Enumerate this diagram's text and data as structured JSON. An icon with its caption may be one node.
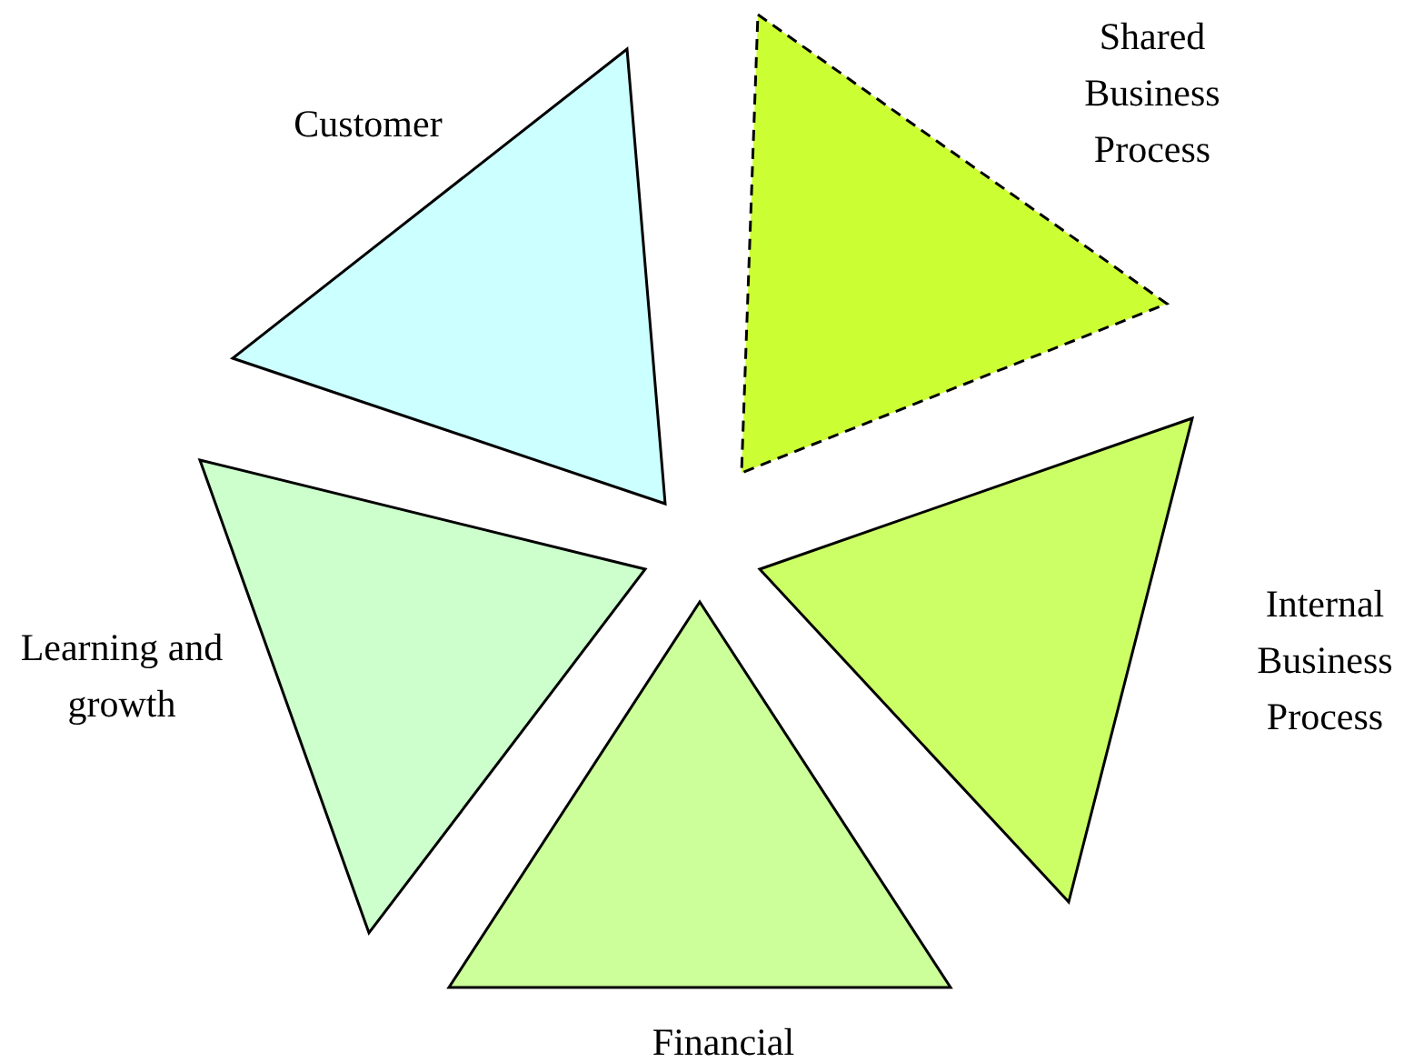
{
  "diagram": {
    "nodes": [
      {
        "text": [
          "Customer"
        ]
      },
      {
        "text": [
          "Shared Business Process"
        ]
      },
      {
        "text": [
          "Learning and growth"
        ]
      },
      {
        "text": [
          "Internal Business Process"
        ]
      },
      {
        "text": [
          "Financial"
        ]
      }
    ]
  }
}
